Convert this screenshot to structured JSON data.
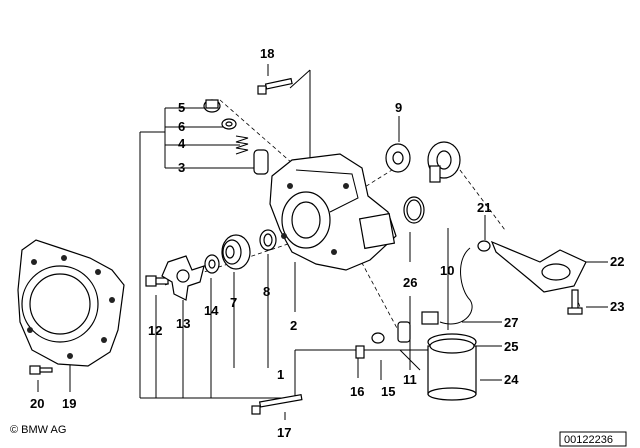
{
  "copyright": "© BMW AG",
  "catalog_number": "00122236",
  "callouts": [
    "1",
    "2",
    "3",
    "4",
    "5",
    "6",
    "7",
    "8",
    "9",
    "10",
    "11",
    "12",
    "13",
    "14",
    "15",
    "16",
    "17",
    "18",
    "19",
    "20",
    "21",
    "22",
    "23",
    "24",
    "25",
    "26",
    "27"
  ]
}
